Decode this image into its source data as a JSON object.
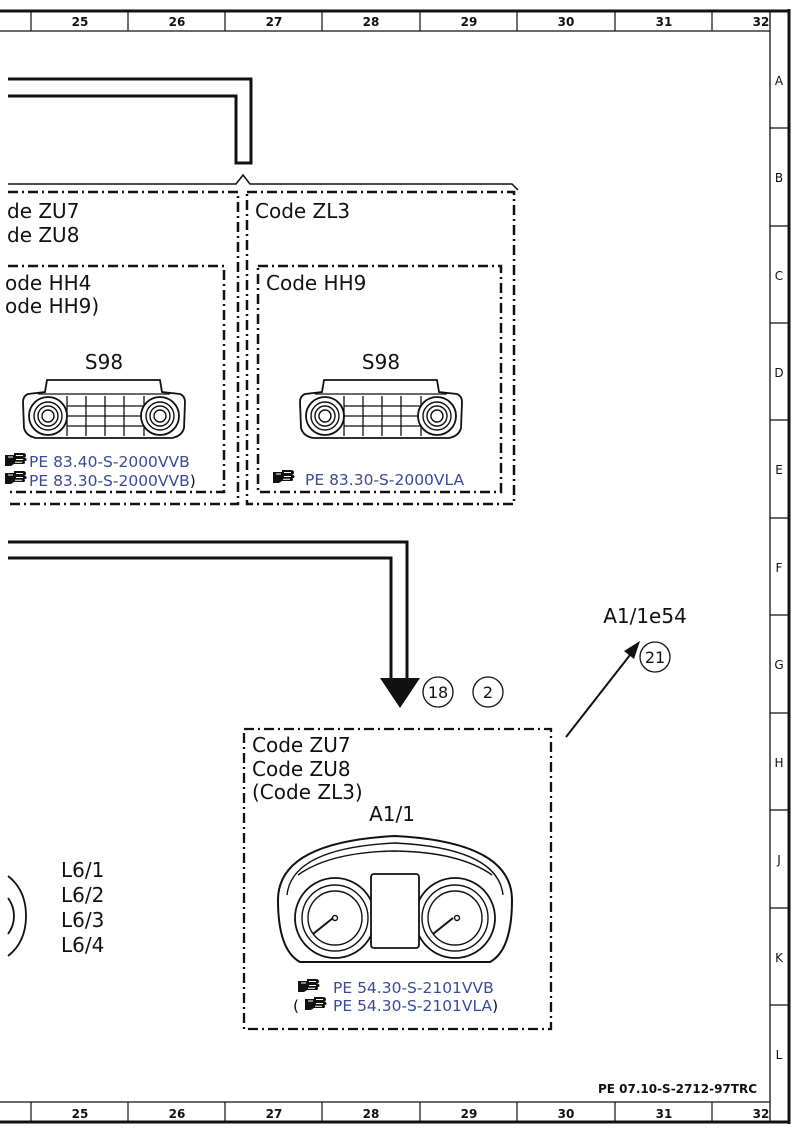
{
  "document_id": "PE 07.10-S-2712-97TRC",
  "columns": [
    "25",
    "26",
    "27",
    "28",
    "29",
    "30",
    "31",
    "32"
  ],
  "rows": [
    "A",
    "B",
    "C",
    "D",
    "E",
    "F",
    "G",
    "H",
    "J",
    "K",
    "L"
  ],
  "box_left_outer": {
    "code_lines": [
      "de ZU7",
      "de ZU8"
    ]
  },
  "box_left_inner": {
    "code_lines": [
      "ode HH4",
      "ode HH9)"
    ],
    "component": "S98",
    "refs": [
      "PE 83.40-S-2000VVB",
      "PE 83.30-S-2000VVB"
    ],
    "ref2_suffix": ")"
  },
  "box_right_outer": {
    "code_line": "Code ZL3"
  },
  "box_right_inner": {
    "code_line": "Code HH9",
    "component": "S98",
    "ref": "PE 83.30-S-2000VLA"
  },
  "cluster_box": {
    "code_lines": [
      "Code ZU7",
      "Code ZU8",
      "(Code ZL3)"
    ],
    "component": "A1/1",
    "refs": [
      "PE 54.30-S-2101VVB",
      "PE 54.30-S-2101VLA"
    ],
    "ref2_prefix": "(",
    "ref2_suffix": ")"
  },
  "markers": {
    "m18": "18",
    "m2": "2",
    "m21": "21"
  },
  "arrow_target": "A1/1e54",
  "lamp_labels": [
    "L6/1",
    "L6/2",
    "L6/3",
    "L6/4"
  ],
  "icons": [
    "hand-pointer-icon",
    "climate-control-unit-icon",
    "instrument-cluster-icon"
  ]
}
